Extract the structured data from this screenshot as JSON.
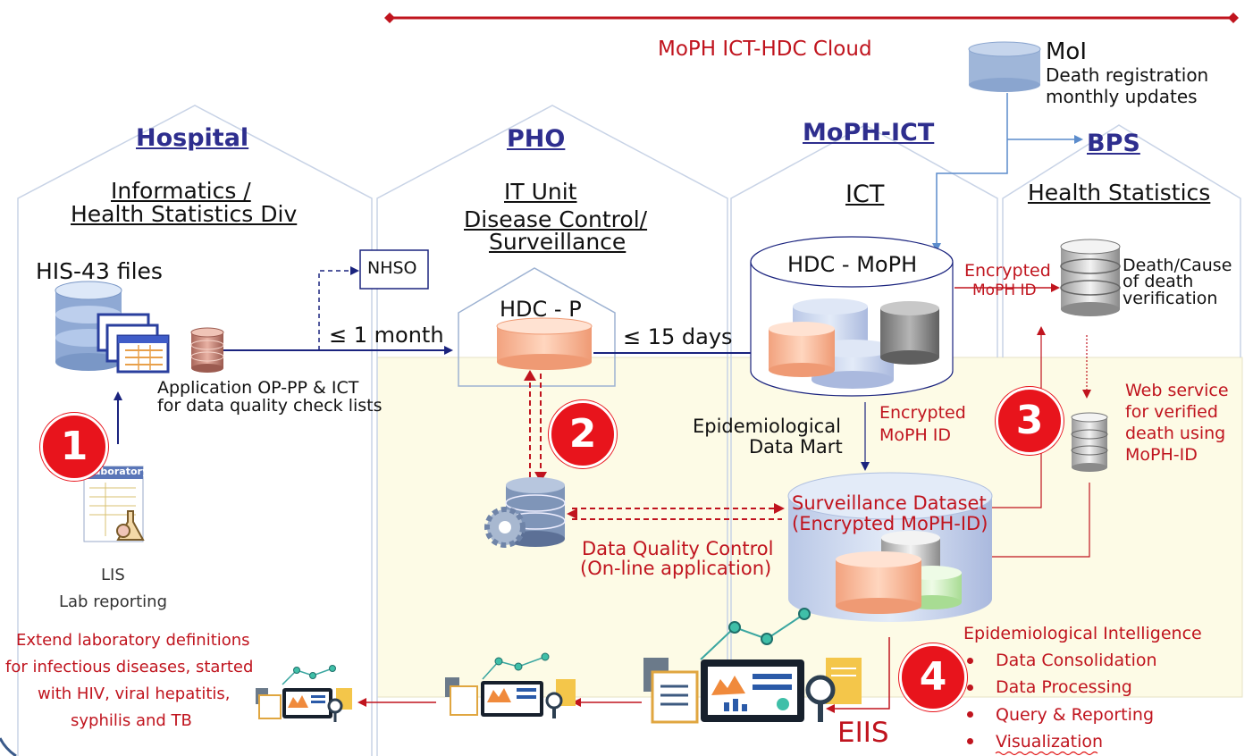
{
  "cloud": {
    "label": "MoPH ICT-HDC Cloud"
  },
  "moi": {
    "title": "MoI",
    "line1": "Death registration",
    "line2": "monthly updates"
  },
  "sections": {
    "hospital": {
      "title": "Hospital",
      "sub1": "Informatics / ",
      "sub2": "Health Statistics Div"
    },
    "pho": {
      "title": "PHO",
      "sub1": "IT Unit",
      "sub2": "Disease Control/",
      "sub3": "Surveillance"
    },
    "moph_ict": {
      "title": "MoPH-ICT",
      "sub1": "ICT"
    },
    "bps": {
      "title": "BPS",
      "sub1": "Health Statistics"
    }
  },
  "his": {
    "label": "HIS-43 files"
  },
  "app": {
    "line1": "Application OP-PP & ICT",
    "line2": "for data quality check lists"
  },
  "nhso": {
    "label": "NHSO"
  },
  "month": {
    "label": "≤ 1 month"
  },
  "days": {
    "label": "≤ 15 days"
  },
  "hdc_p": {
    "label": "HDC - P"
  },
  "hdc_moph": {
    "label": "HDC - MoPH"
  },
  "enc_top": {
    "line1": "Encrypted",
    "line2": "MoPH ID"
  },
  "enc_mid": {
    "line1": "Encrypted",
    "line2": "MoPH ID"
  },
  "death": {
    "line1": "Death/Cause",
    "line2": "of death",
    "line3": "verification"
  },
  "web": {
    "line1": "Web service",
    "line2": "for verified",
    "line3": "death using",
    "line4": "MoPH-ID"
  },
  "epi_mart": {
    "line1": "Epidemiological",
    "line2": "Data Mart"
  },
  "surv": {
    "line1": "Surveillance Dataset",
    "line2": "(Encrypted MoPH-ID)"
  },
  "dqc": {
    "line1": "Data Quality Control",
    "line2": "(On-line application)"
  },
  "lab_icon": {
    "label": "Laboratory"
  },
  "lis": {
    "line1": "LIS",
    "line2": "Lab reporting"
  },
  "extend": {
    "line1": "Extend laboratory definitions",
    "line2": "for infectious diseases, started",
    "line3": "with HIV, viral hepatitis,",
    "line4": "syphilis and TB"
  },
  "eiis": {
    "label": "EIIS"
  },
  "intel": {
    "title": "Epidemiological Intelligence",
    "items": [
      "Data Consolidation",
      "Data Processing",
      "Query & Reporting",
      "Visualization"
    ]
  },
  "numbers": [
    "1",
    "2",
    "3",
    "4"
  ],
  "colors": {
    "red": "#c0141e",
    "navy": "#1a237e",
    "section": "#2e2e8e",
    "zone": "#fdfbe6"
  },
  "icons": [
    "database-icon",
    "spreadsheet-icon",
    "gear-database-icon",
    "dashboard-icon",
    "magnifier-icon",
    "lab-report-icon"
  ]
}
